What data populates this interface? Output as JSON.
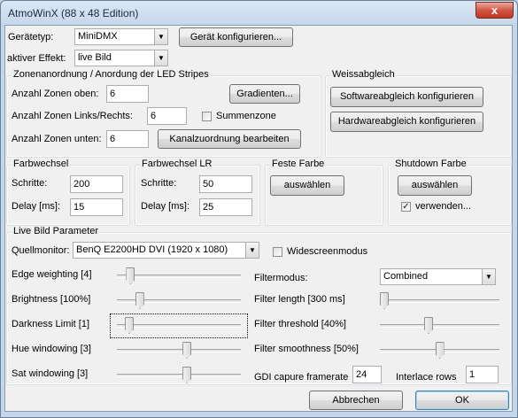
{
  "window": {
    "title": "AtmoWinX (88 x 48 Edition)",
    "close_glyph": "x"
  },
  "device": {
    "label": "Gerätetyp:",
    "value": "MiniDMX",
    "configure_button": "Gerät konfigurieren..."
  },
  "effect": {
    "label": "aktiver Effekt:",
    "value": "live Bild"
  },
  "zones": {
    "title": "Zonenanordnung / Anordung der LED Stripes",
    "top_label": "Anzahl Zonen oben:",
    "top_value": "6",
    "side_label": "Anzahl Zonen Links/Rechts:",
    "side_value": "6",
    "bottom_label": "Anzahl Zonen unten:",
    "bottom_value": "6",
    "gradients_button": "Gradienten...",
    "sum_zone_label": "Summenzone",
    "sum_zone_checked": false,
    "channel_button": "Kanalzuordnung bearbeiten"
  },
  "whitebalance": {
    "title": "Weissabgleich",
    "software_button": "Softwareabgleich konfigurieren",
    "hardware_button": "Hardwareabgleich konfigurieren"
  },
  "colorchange": {
    "title": "Farbwechsel",
    "steps_label": "Schritte:",
    "steps_value": "200",
    "delay_label": "Delay [ms]:",
    "delay_value": "15"
  },
  "colorchange_lr": {
    "title": "Farbwechsel LR",
    "steps_label": "Schritte:",
    "steps_value": "50",
    "delay_label": "Delay [ms]:",
    "delay_value": "25"
  },
  "fixed_color": {
    "title": "Feste Farbe",
    "select_button": "auswählen"
  },
  "shutdown_color": {
    "title": "Shutdown Farbe",
    "select_button": "auswählen",
    "use_label": "verwenden...",
    "use_checked": true
  },
  "live": {
    "title": "Live Bild Parameter",
    "monitor_label": "Quellmonitor:",
    "monitor_value": "BenQ E2200HD DVI (1920 x 1080)",
    "widescreen_label": "Widescreenmodus",
    "widescreen_checked": false,
    "sliders_left": [
      {
        "label": "Edge weighting [4]",
        "level": 0.08
      },
      {
        "label": "Brightness [100%]",
        "level": 0.16
      },
      {
        "label": "Darkness Limit [1]",
        "level": 0.07
      },
      {
        "label": "Hue windowing [3]",
        "level": 0.57
      },
      {
        "label": "Sat windowing [3]",
        "level": 0.57
      }
    ],
    "filter_mode_label": "Filtermodus:",
    "filter_mode_value": "Combined",
    "sliders_right": [
      {
        "label": "Filter length [300 ms]",
        "level": 0.0
      },
      {
        "label": "Filter threshold [40%]",
        "level": 0.4
      },
      {
        "label": "Filter smoothness [50%]",
        "level": 0.5
      }
    ],
    "gdi_label": "GDI capure framerate",
    "gdi_value": "24",
    "interlace_label": "Interlace rows",
    "interlace_value": "1"
  },
  "footer": {
    "cancel_button": "Abbrechen",
    "ok_button": "OK"
  },
  "colors": {
    "titlebar": "#c3d5e8",
    "client": "#f0f0f0",
    "close": "#c8432f"
  },
  "icons": {
    "dropdown": "chevron-down-icon",
    "check": "checkmark-icon"
  }
}
